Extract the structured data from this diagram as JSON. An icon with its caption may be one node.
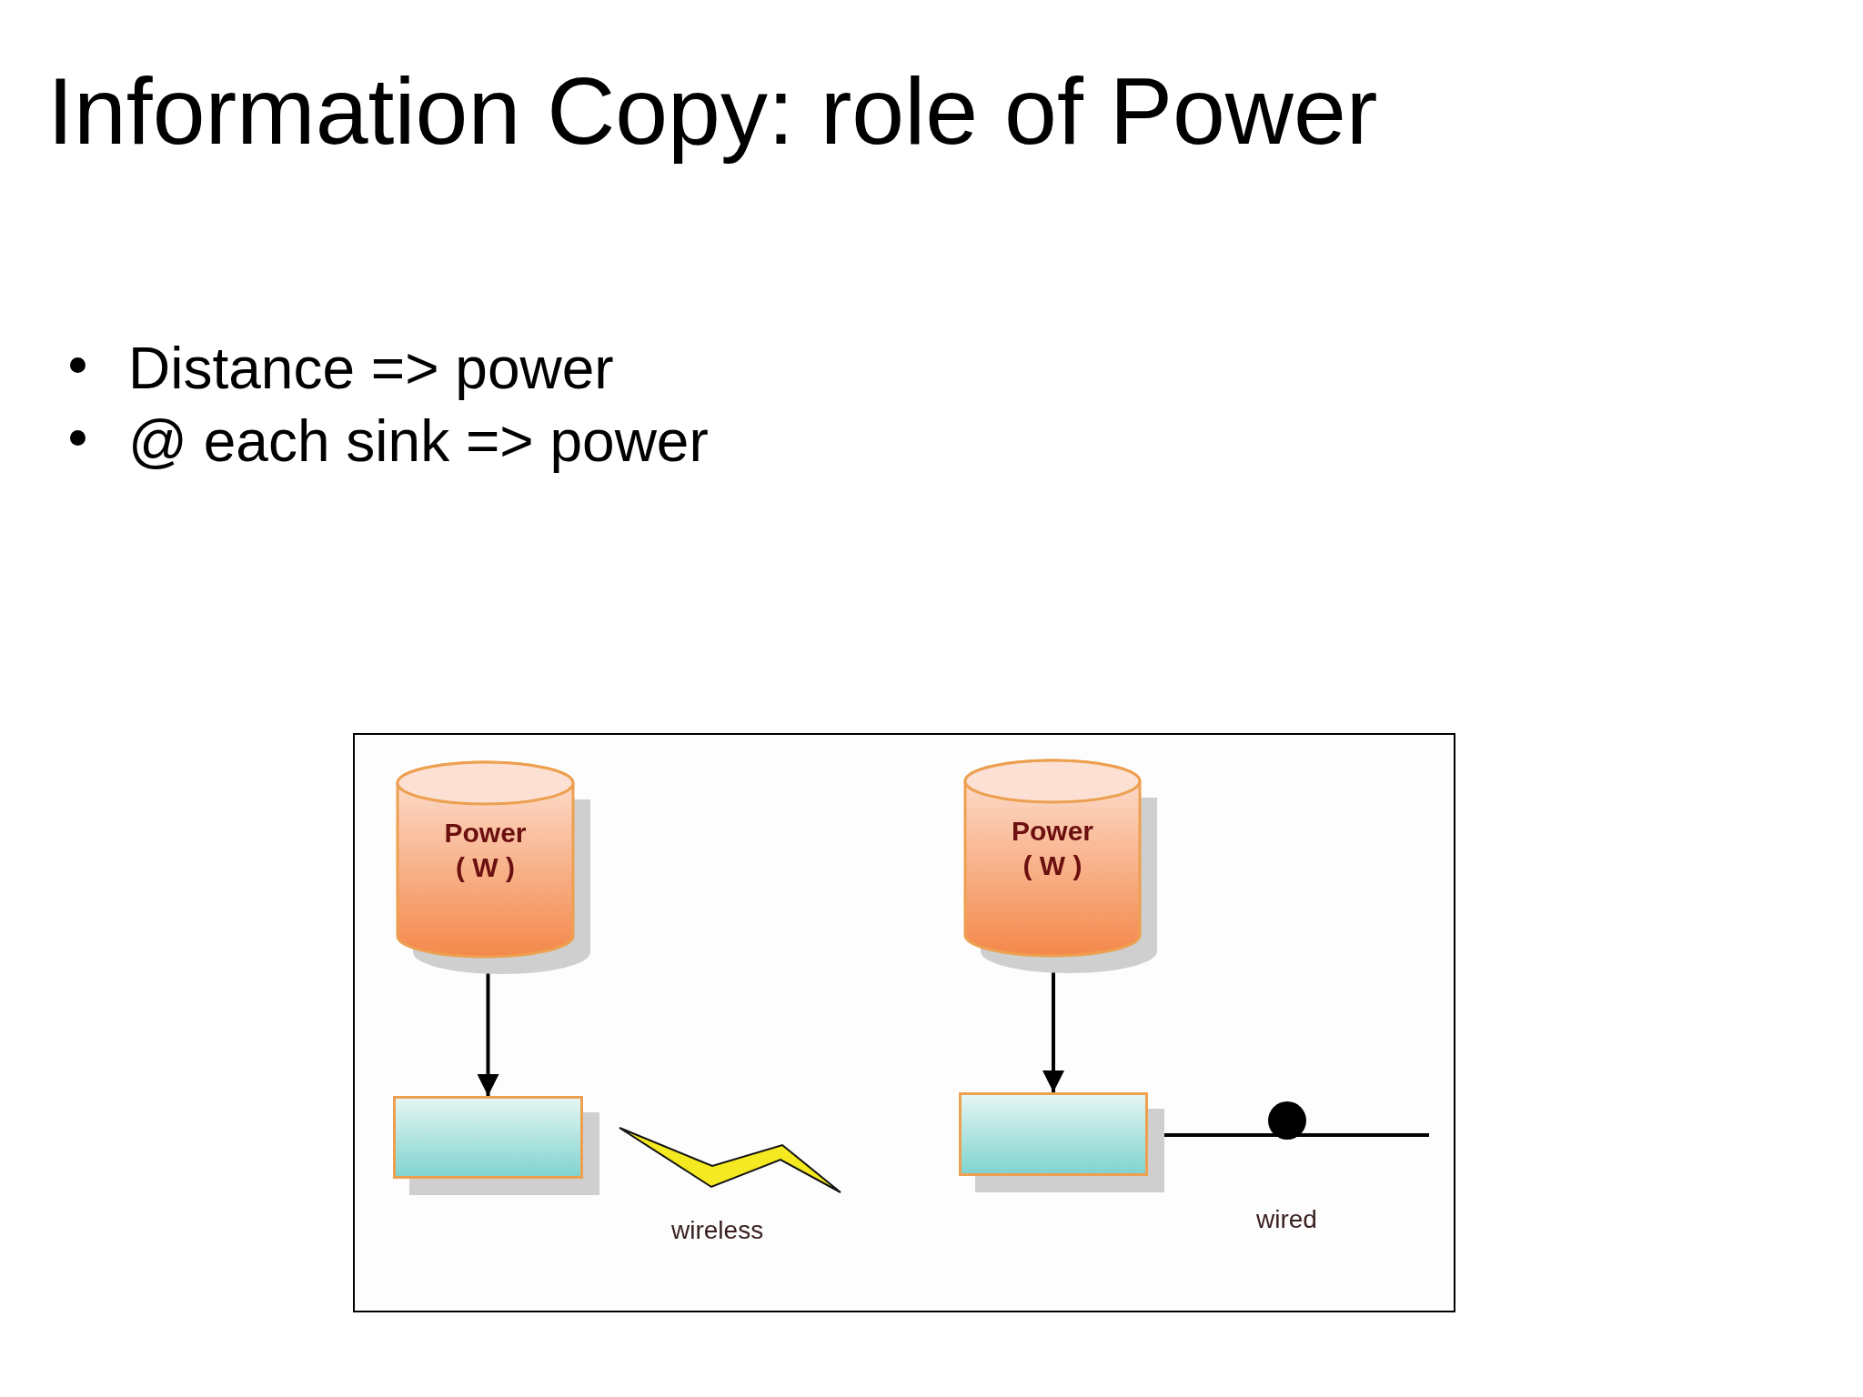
{
  "diagram": {
    "title": "Information Copy: role of Power",
    "nodes": [
      {
        "text": [
          "Power",
          "( W )"
        ]
      },
      {
        "text": [],
        "shape": "box"
      },
      {
        "text": [
          "Power",
          "( W )"
        ]
      },
      {
        "text": [],
        "shape": "box"
      }
    ],
    "edges": [
      {
        "from": 0,
        "to": 1,
        "arrow": "to"
      },
      {
        "from": 2,
        "to": 3,
        "arrow": "to"
      },
      {
        "from": 3,
        "to": null,
        "arrow": "none"
      }
    ],
    "labels": [
      "Distance => power",
      "@ each sink => power",
      "wireless",
      "wired"
    ]
  }
}
